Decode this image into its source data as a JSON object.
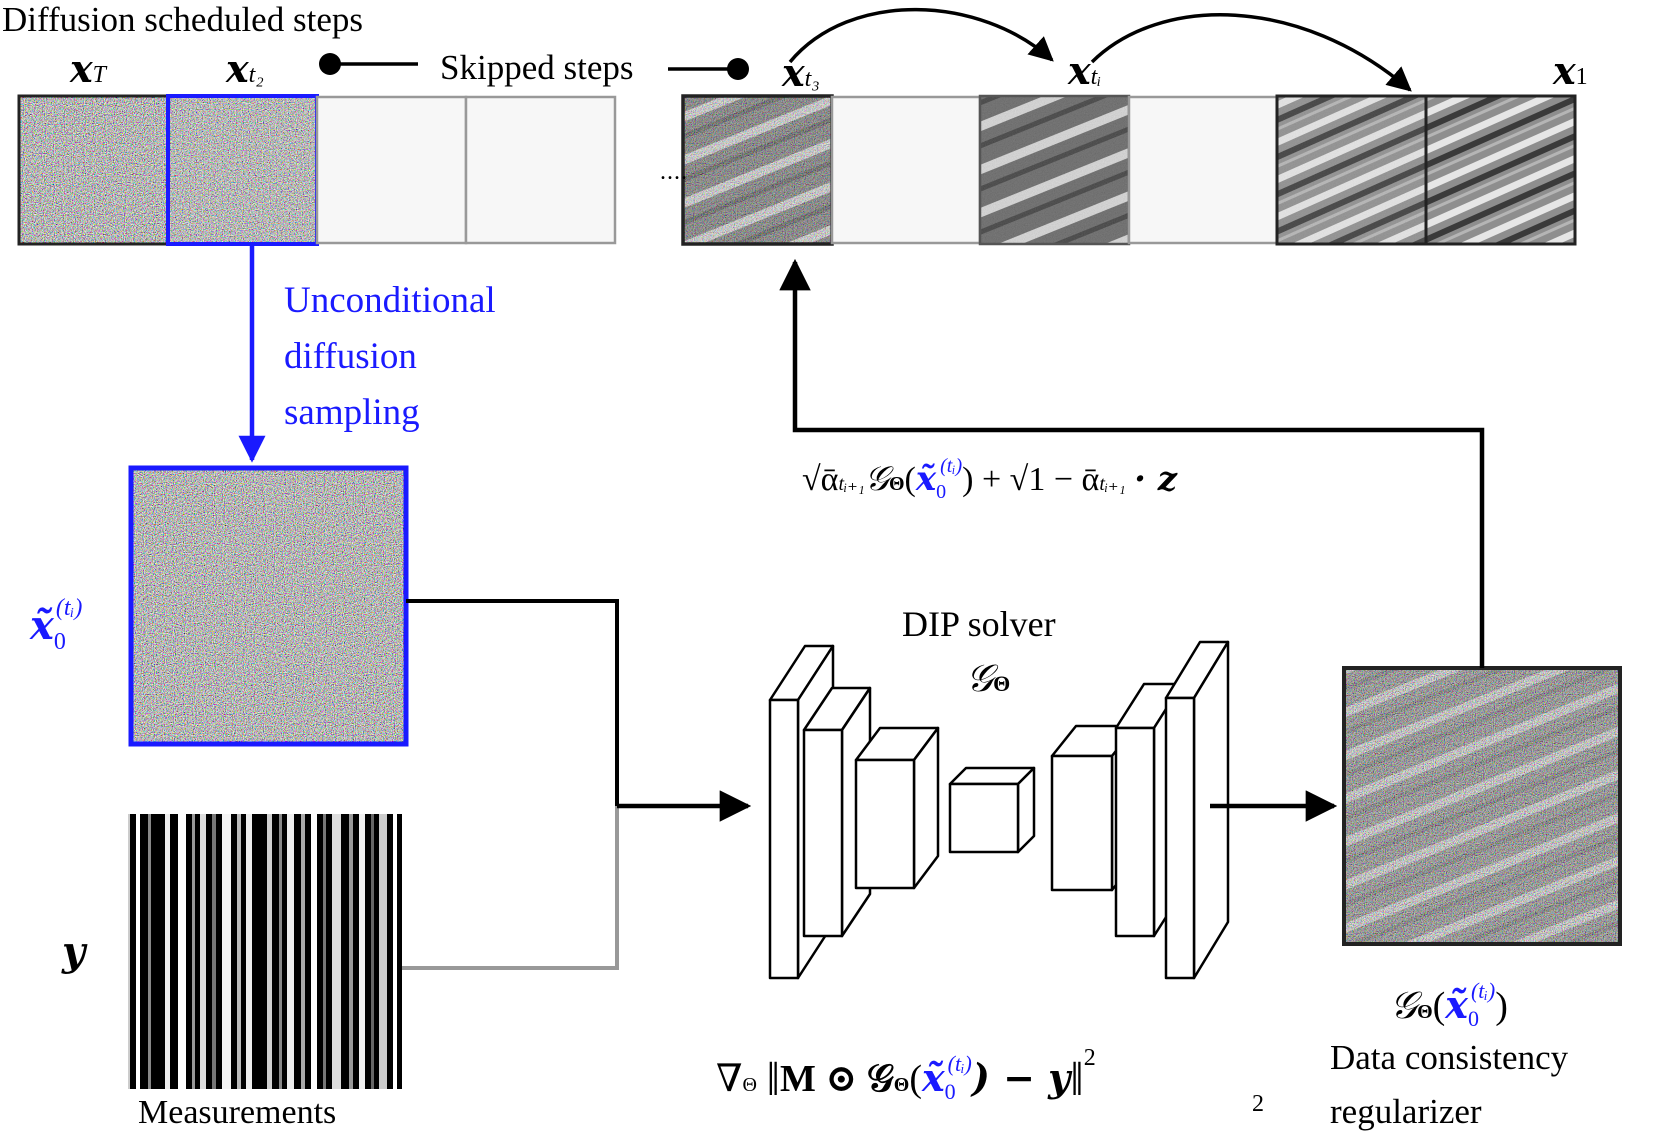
{
  "header": {
    "title": "Diffusion scheduled steps",
    "skipped_label": "Skipped steps",
    "ellipsis": "....",
    "step_labels": [
      {
        "id": "xT",
        "base": "x",
        "sub": "T"
      },
      {
        "id": "xt2",
        "base": "x",
        "sub": "t₂"
      },
      {
        "id": "xt3",
        "base": "x",
        "sub": "t₃"
      },
      {
        "id": "xti",
        "base": "x",
        "sub": "tᵢ"
      },
      {
        "id": "x1",
        "base": "x",
        "sub": "1"
      }
    ]
  },
  "sampling": {
    "line1": "Unconditional",
    "line2": "diffusion",
    "line3": "sampling"
  },
  "x0_label": {
    "base": "x̃",
    "sub": "0",
    "sup": "(tᵢ)"
  },
  "y_label": "y",
  "measurements_label": "Measurements",
  "update_formula": {
    "sqrt1": "√ᾱ",
    "sub1": "tᵢ₊₁",
    "g": "𝒢",
    "gsub": "Θ",
    "x0": "x̃",
    "x0sub": "0",
    "x0sup": "(tᵢ)",
    "plus": "+",
    "sqrt2": "√1 − ᾱ",
    "sub2": "tᵢ₊₁",
    "tail": "· z"
  },
  "dip": {
    "title": "DIP solver",
    "symbol": "𝒢",
    "symbol_sub": "Θ"
  },
  "loss": {
    "nabla": "∇",
    "nabla_sub": "Θ",
    "body": "M ⊙ 𝒢",
    "body_sub": "Θ",
    "x0": "x̃",
    "x0sub": "0",
    "x0sup": "(tᵢ)",
    "minus_y": ") − y",
    "sup2": "2",
    "sub2": "2"
  },
  "output": {
    "g": "𝒢",
    "gsub": "Θ",
    "x0": "x̃",
    "x0sub": "0",
    "x0sup": "(tᵢ)",
    "label1": "Data consistency",
    "label2": "regularizer"
  },
  "colors": {
    "accent": "#1a1aff",
    "dark_border": "#222222",
    "gray_border": "#999999",
    "empty_fill": "#f7f7f7"
  }
}
